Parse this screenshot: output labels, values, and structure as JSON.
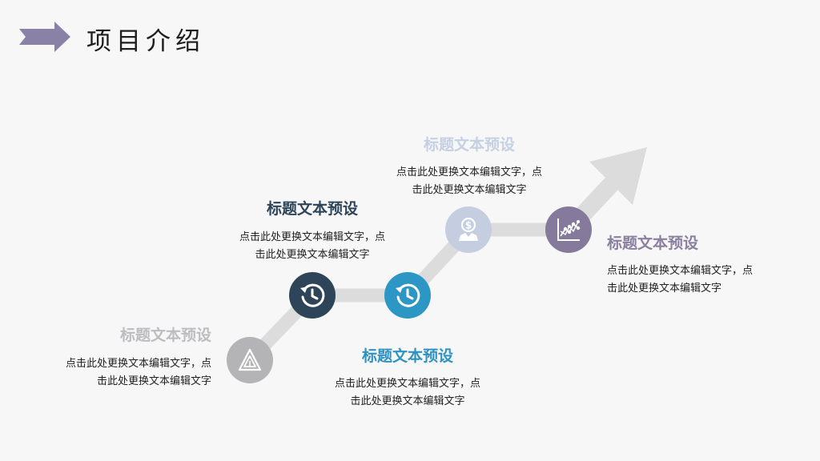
{
  "header": {
    "title": "项目介绍",
    "arrow_icon": "arrow-right-icon",
    "arrow_color": "#8a82a6"
  },
  "path_color": "#dcdcdc",
  "steps": [
    {
      "title": "标题文本预设",
      "desc_line1": "点击此处更换文本编辑文字，点",
      "desc_line2": "击此处更换文本编辑文字",
      "icon": "triangle-icon",
      "color": "#b4b4b6",
      "title_color": "#bdbdbf"
    },
    {
      "title": "标题文本预设",
      "desc_line1": "点击此处更换文本编辑文字，点",
      "desc_line2": "击此处更换文本编辑文字",
      "icon": "history-clock-icon",
      "color": "#2d4459",
      "title_color": "#2d4459"
    },
    {
      "title": "标题文本预设",
      "desc_line1": "点击此处更换文本编辑文字，点",
      "desc_line2": "击此处更换文本编辑文字",
      "icon": "history-clock-icon",
      "color": "#2c97c4",
      "title_color": "#2e93c0"
    },
    {
      "title": "标题文本预设",
      "desc_line1": "点击此处更换文本编辑文字，点",
      "desc_line2": "击此处更换文本编辑文字",
      "icon": "dollar-person-icon",
      "color": "#c4cee0",
      "title_color": "#c5d0e2"
    },
    {
      "title": "标题文本预设",
      "desc_line1": "点击此处更换文本编辑文字，点",
      "desc_line2": "击此处更换文本编辑文字",
      "icon": "line-chart-icon",
      "color": "#85799c",
      "title_color": "#8a7f9f"
    }
  ]
}
